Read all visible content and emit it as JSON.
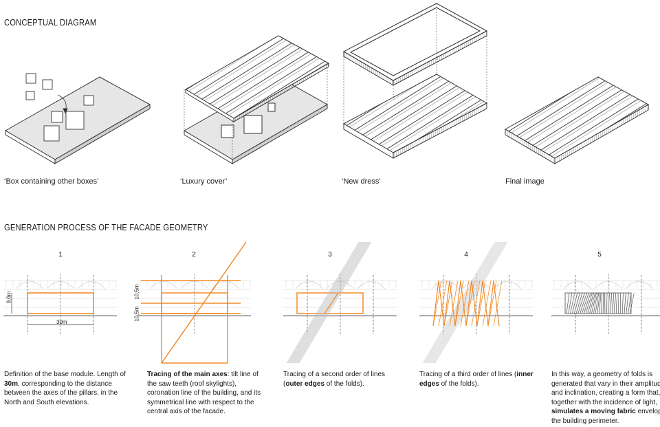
{
  "conceptual": {
    "heading": "CONCEPTUAL DIAGRAM",
    "captions": [
      "‘Box containing other boxes’",
      "‘Luxury cover’",
      "‘New dress’",
      "Final image"
    ]
  },
  "generation": {
    "heading": "GENERATION PROCESS OF THE FACADE GEOMETRY",
    "steps": [
      {
        "number": "1",
        "desc": [
          {
            "t": "Definition of the base module. Length of "
          },
          {
            "t": "30m",
            "b": true
          },
          {
            "t": ", corresponding to the distance between the axes of the pillars, in the North and South elevations."
          }
        ]
      },
      {
        "number": "2",
        "desc": [
          {
            "t": "Tracing of the main axes",
            "b": true
          },
          {
            "t": ": tilt line of the saw teeth (roof skylights), coronation line of the building, and its symmetrical line with respect to the central axis of the facade."
          }
        ]
      },
      {
        "number": "3",
        "desc": [
          {
            "t": "Tracing of a second order of lines ("
          },
          {
            "t": "outer edges",
            "b": true
          },
          {
            "t": " of the folds)."
          }
        ]
      },
      {
        "number": "4",
        "desc": [
          {
            "t": "Tracing of a third order of lines ("
          },
          {
            "t": "inner edges",
            "b": true
          },
          {
            "t": " of the folds)."
          }
        ]
      },
      {
        "number": "5",
        "desc": [
          {
            "t": "In this way, a geometry of folds is generated that vary in their amplitude and inclination, creating a form that, together with the incidence of light, "
          },
          {
            "t": "simulates a moving fabric",
            "b": true
          },
          {
            "t": " enveloping the building perimeter."
          }
        ]
      }
    ],
    "dimensions": {
      "height": "9,6m",
      "length": "30m",
      "upper": "10,5m",
      "lower": "10,5m"
    }
  },
  "colors": {
    "accent": "#f28c28",
    "line": "#333333",
    "light": "#bbbbbb",
    "fill": "#eaeaea"
  }
}
